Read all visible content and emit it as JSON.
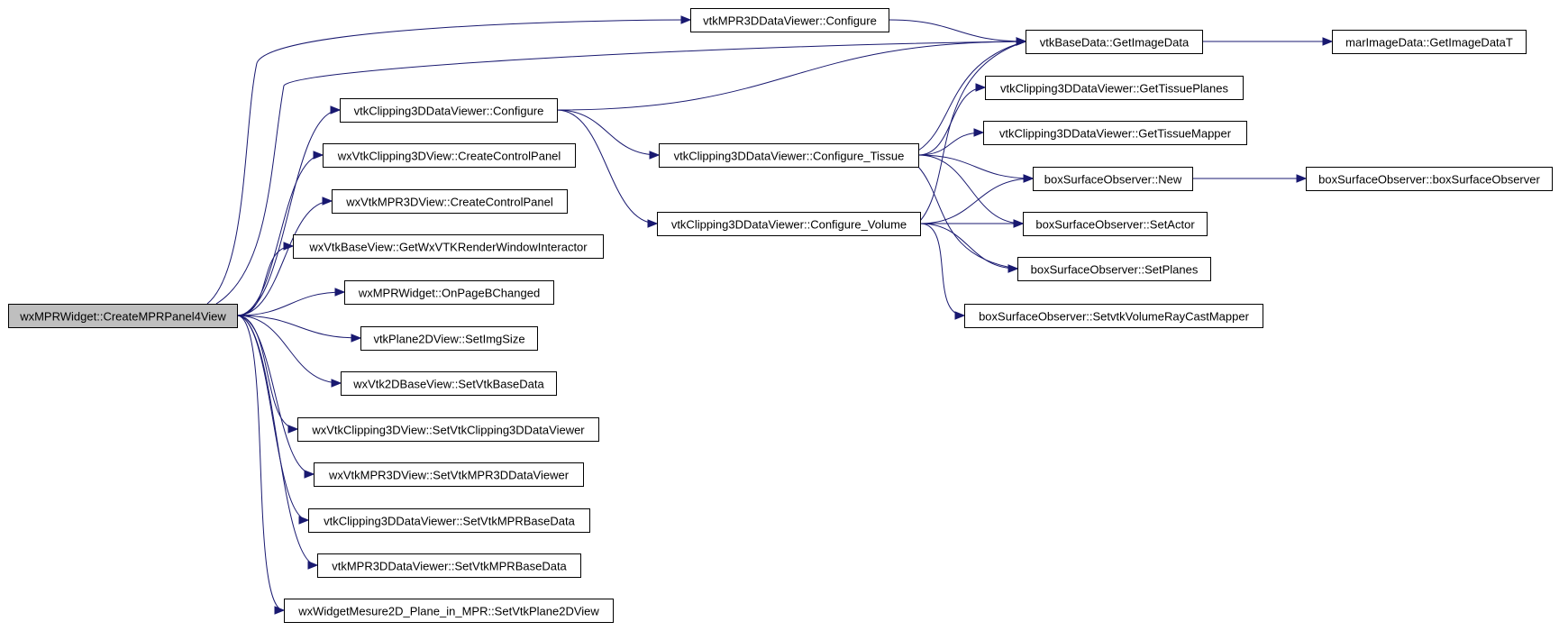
{
  "nodes": [
    {
      "id": "root",
      "label": "wxMPRWidget::CreateMPRPanel4View",
      "highlighted": true
    },
    {
      "id": "mpr_configure",
      "label": "vtkMPR3DDataViewer::Configure"
    },
    {
      "id": "clip_configure",
      "label": "vtkClipping3DDataViewer::Configure"
    },
    {
      "id": "clip_create_ctrl",
      "label": "wxVtkClipping3DView::CreateControlPanel"
    },
    {
      "id": "mpr_create_ctrl",
      "label": "wxVtkMPR3DView::CreateControlPanel"
    },
    {
      "id": "get_interactor",
      "label": "wxVtkBaseView::GetWxVTKRenderWindowInteractor"
    },
    {
      "id": "on_page",
      "label": "wxMPRWidget::OnPageBChanged"
    },
    {
      "id": "set_img_size",
      "label": "vtkPlane2DView::SetImgSize"
    },
    {
      "id": "set_vtk_base",
      "label": "wxVtk2DBaseView::SetVtkBaseData"
    },
    {
      "id": "set_clip_viewer",
      "label": "wxVtkClipping3DView::SetVtkClipping3DDataViewer"
    },
    {
      "id": "set_mpr_viewer",
      "label": "wxVtkMPR3DView::SetVtkMPR3DDataViewer"
    },
    {
      "id": "clip_set_mpr_base",
      "label": "vtkClipping3DDataViewer::SetVtkMPRBaseData"
    },
    {
      "id": "mpr_set_mpr_base",
      "label": "vtkMPR3DDataViewer::SetVtkMPRBaseData"
    },
    {
      "id": "set_plane2d",
      "label": "wxWidgetMesure2D_Plane_in_MPR::SetVtkPlane2DView"
    },
    {
      "id": "get_image_data",
      "label": "vtkBaseData::GetImageData"
    },
    {
      "id": "get_image_data_t",
      "label": "marImageData::GetImageDataT"
    },
    {
      "id": "configure_tissue",
      "label": "vtkClipping3DDataViewer::Configure_Tissue"
    },
    {
      "id": "configure_volume",
      "label": "vtkClipping3DDataViewer::Configure_Volume"
    },
    {
      "id": "get_tissue_planes",
      "label": "vtkClipping3DDataViewer::GetTissuePlanes"
    },
    {
      "id": "get_tissue_mapper",
      "label": "vtkClipping3DDataViewer::GetTissueMapper"
    },
    {
      "id": "obs_new",
      "label": "boxSurfaceObserver::New"
    },
    {
      "id": "obs_ctor",
      "label": "boxSurfaceObserver::boxSurfaceObserver"
    },
    {
      "id": "obs_set_actor",
      "label": "boxSurfaceObserver::SetActor"
    },
    {
      "id": "obs_set_planes",
      "label": "boxSurfaceObserver::SetPlanes"
    },
    {
      "id": "obs_set_mapper",
      "label": "boxSurfaceObserver::SetvtkVolumeRayCastMapper"
    }
  ],
  "edges": [
    {
      "from": "root",
      "to": "mpr_configure"
    },
    {
      "from": "root",
      "to": "get_image_data"
    },
    {
      "from": "root",
      "to": "clip_configure"
    },
    {
      "from": "root",
      "to": "clip_create_ctrl"
    },
    {
      "from": "root",
      "to": "mpr_create_ctrl"
    },
    {
      "from": "root",
      "to": "get_interactor"
    },
    {
      "from": "root",
      "to": "on_page"
    },
    {
      "from": "root",
      "to": "set_img_size"
    },
    {
      "from": "root",
      "to": "set_vtk_base"
    },
    {
      "from": "root",
      "to": "set_clip_viewer"
    },
    {
      "from": "root",
      "to": "set_mpr_viewer"
    },
    {
      "from": "root",
      "to": "clip_set_mpr_base"
    },
    {
      "from": "root",
      "to": "mpr_set_mpr_base"
    },
    {
      "from": "root",
      "to": "set_plane2d"
    },
    {
      "from": "mpr_configure",
      "to": "get_image_data"
    },
    {
      "from": "clip_configure",
      "to": "get_image_data"
    },
    {
      "from": "clip_configure",
      "to": "configure_tissue"
    },
    {
      "from": "clip_configure",
      "to": "configure_volume"
    },
    {
      "from": "get_image_data",
      "to": "get_image_data_t"
    },
    {
      "from": "configure_tissue",
      "to": "get_image_data"
    },
    {
      "from": "configure_tissue",
      "to": "get_tissue_planes"
    },
    {
      "from": "configure_tissue",
      "to": "get_tissue_mapper"
    },
    {
      "from": "configure_tissue",
      "to": "obs_new"
    },
    {
      "from": "configure_tissue",
      "to": "obs_set_actor"
    },
    {
      "from": "configure_tissue",
      "to": "obs_set_planes"
    },
    {
      "from": "configure_volume",
      "to": "get_image_data"
    },
    {
      "from": "configure_volume",
      "to": "obs_new"
    },
    {
      "from": "configure_volume",
      "to": "obs_set_actor"
    },
    {
      "from": "configure_volume",
      "to": "obs_set_planes"
    },
    {
      "from": "configure_volume",
      "to": "obs_set_mapper"
    },
    {
      "from": "obs_new",
      "to": "obs_ctor"
    }
  ],
  "colors": {
    "edge": "#191970",
    "root_fill": "#bfbfbf",
    "node_fill": "#ffffff",
    "node_border": "#000000"
  }
}
